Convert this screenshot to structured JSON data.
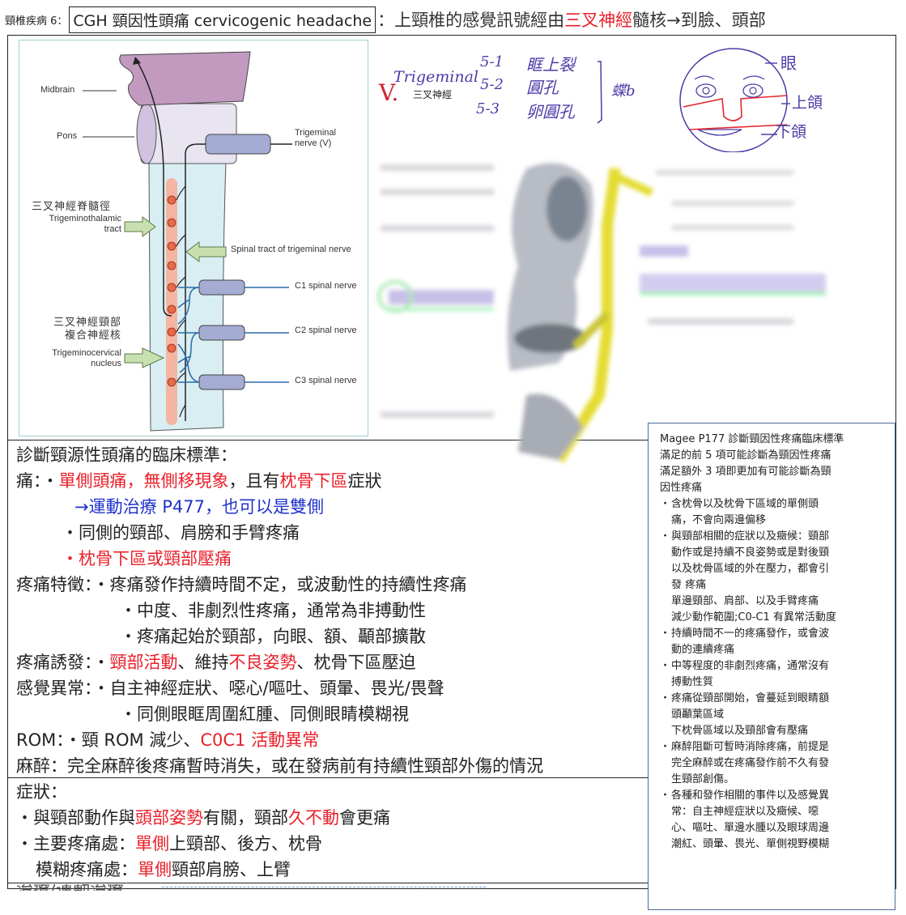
{
  "header": {
    "prefix": "頸椎疾病 6：",
    "boxed_title": "CGH 頸因性頭痛 cervicogenic headache",
    "subtitle_pre": "：上頸椎的感覺訊號經由",
    "subtitle_red": "三叉神經",
    "subtitle_post": "髓核→到臉、頭部"
  },
  "diagram": {
    "labels": {
      "midbrain": "Midbrain",
      "pons": "Pons",
      "trigeminal_nerve_1": "Trigeminal",
      "trigeminal_nerve_2": "nerve (V)",
      "tt_cn": "三叉神經脊髓徑",
      "tt_en_1": "Trigeminothalamic",
      "tt_en_2": "tract",
      "spinal_tract": "Spinal tract of trigeminal nerve",
      "c1": "C1 spinal nerve",
      "c2": "C2 spinal nerve",
      "c3": "C3 spinal nerve",
      "tcn_cn_1": "三叉神經頸部",
      "tcn_cn_2": "複合神經核",
      "tcn_en_1": "Trigeminocervical",
      "tcn_en_2": "nucleus"
    },
    "colors": {
      "midbrain": "#c29ac0",
      "pons": "#e8e4f0",
      "pons_end": "#d2c2e0",
      "cord": "#d8eef2",
      "nucleus_column": "#f4b6a2",
      "nucleus_dot": "#e86a4a",
      "nerve_box": "#a4acd4",
      "arrow": "#c8e0b0",
      "blue_fiber": "#2a6aaa"
    }
  },
  "handwritten_notes": {
    "roman": "V.",
    "trigeminal": "Trigeminal",
    "trigeminal_cn": "三叉神經",
    "branches": [
      {
        "code": "5-1",
        "text": "眶上裂"
      },
      {
        "code": "5-2",
        "text": "圓孔"
      },
      {
        "code": "5-3",
        "text": "卵圓孔"
      }
    ],
    "bone": "蝶b",
    "face_labels": [
      "眼",
      "上頜",
      "下頜"
    ]
  },
  "criteria": {
    "heading": "診斷頸源性頭痛的臨床標準：",
    "pain_label": "痛：",
    "pain_1_red_a": "單側頭痛，無側移現象",
    "pain_1_mid": "，且有",
    "pain_1_red_b": "枕骨下區",
    "pain_1_end": "症狀",
    "pain_1_note": "→運動治療 P477，也可以是雙側",
    "pain_2": "同側的頸部、肩膀和手臂疼痛",
    "pain_3_red": "枕骨下區或頸部壓痛",
    "features_label": "疼痛特徵：",
    "features": [
      "疼痛發作持續時間不定，或波動性的持續性疼痛",
      "中度、非劇烈性疼痛，通常為非搏動性",
      "疼痛起始於頸部，向眼、額、顳部擴散"
    ],
    "trigger_label": "疼痛誘發：",
    "trigger_red_a": "頸部活動",
    "trigger_mid": "、維持",
    "trigger_red_b": "不良姿勢",
    "trigger_end": "、枕骨下區壓迫",
    "sensory_label": "感覺異常：",
    "sensory": [
      "自主神經症狀、噁心/嘔吐、頭暈、畏光/畏聲",
      "同側眼眶周圍紅腫、同側眼睛模糊視"
    ],
    "rom_label": "ROM：",
    "rom_text": "頸 ROM 減少、",
    "rom_red": "C0C1 活動異常",
    "anesthesia": "麻醉：完全麻醉後疼痛暫時消失，或在發病前有持續性頸部外傷的情況",
    "bullet": "・"
  },
  "symptoms": {
    "heading": "症狀：",
    "s1_a": "與頸部動作與",
    "s1_red_a": "頭部姿勢",
    "s1_b": "有關，頸部",
    "s1_red_b": "久不動",
    "s1_c": "會更痛",
    "s2_label": "主要疼痛處：",
    "s2_red": "單側",
    "s2_rest": "上頸部、後方、枕骨",
    "s3_label": "模糊疼痛處：",
    "s3_red": "單側",
    "s3_rest": "頸部肩膀、上臂",
    "cutoff_text": "治療/運動治療"
  },
  "magee": {
    "intro": [
      "Magee P177 診斷頸因性疼痛臨床標準",
      "滿足的前 5 項可能診斷為頸因性疼痛",
      "滿足額外 3 項即更加有可能診斷為頸",
      "因性疼痛"
    ],
    "items": [
      {
        "lines": [
          "含枕骨以及枕骨下區域的單側頭",
          "痛，不會向兩邊偏移"
        ]
      },
      {
        "lines": [
          "與頸部相關的症狀以及癥候：頸部",
          "動作或是持續不良姿勢或是對後頸",
          "以及枕骨區域的外在壓力，都會引",
          "發 疼痛"
        ],
        "extra": [
          "單邊頸部、肩部、以及手臂疼痛",
          "減少動作範圍;C0-C1 有異常活動度"
        ]
      },
      {
        "lines": [
          "持續時間不一的疼痛發作，或會波",
          "動的連續疼痛"
        ]
      },
      {
        "lines": [
          "中等程度的非劇烈疼痛，通常沒有",
          "搏動性質"
        ]
      },
      {
        "lines": [
          "疼痛從頸部開始，會蔓延到眼睛額",
          "頭顳葉區域"
        ],
        "extra": [
          "下枕骨區域以及頸部會有壓痛"
        ]
      },
      {
        "lines": [
          "麻醉阻斷可暫時消除疼痛，前提是",
          "完全麻醉或在疼痛發作前不久有發",
          "生頸部創傷。"
        ]
      },
      {
        "lines": [
          "各種和發作相關的事件以及感覺異",
          "常：自主神經症狀以及癥候、噁",
          "心、嘔吐、單邊水腫以及眼球周邊",
          "潮紅、頭暈、畏光、單側視野模糊"
        ]
      }
    ],
    "bullet": "・"
  },
  "colors": {
    "highlight_red": "#e8202a",
    "note_blue": "#2233cc",
    "magee_border": "#4a6a9a",
    "diagram_border": "#9fcfcf"
  }
}
